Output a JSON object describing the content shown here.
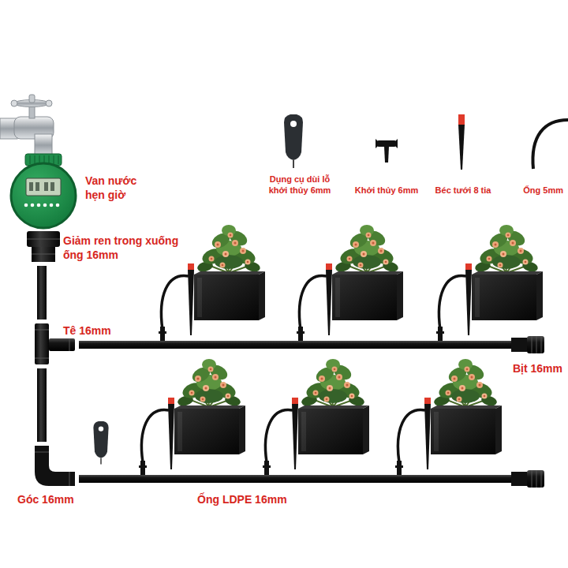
{
  "diagram": {
    "labels": [
      "Van nước hẹn giờ",
      "Giảm ren trong xuống ống 16mm",
      "Dụng cụ dùi lỗ khởi thủy 6mm",
      "Khởi thủy 6mm",
      "Béc tưới 8 tia",
      "Ống 5mm",
      "Tê 16mm",
      "Bịt 16mm",
      "Góc 16mm",
      "Ống LDPE 16mm"
    ]
  }
}
